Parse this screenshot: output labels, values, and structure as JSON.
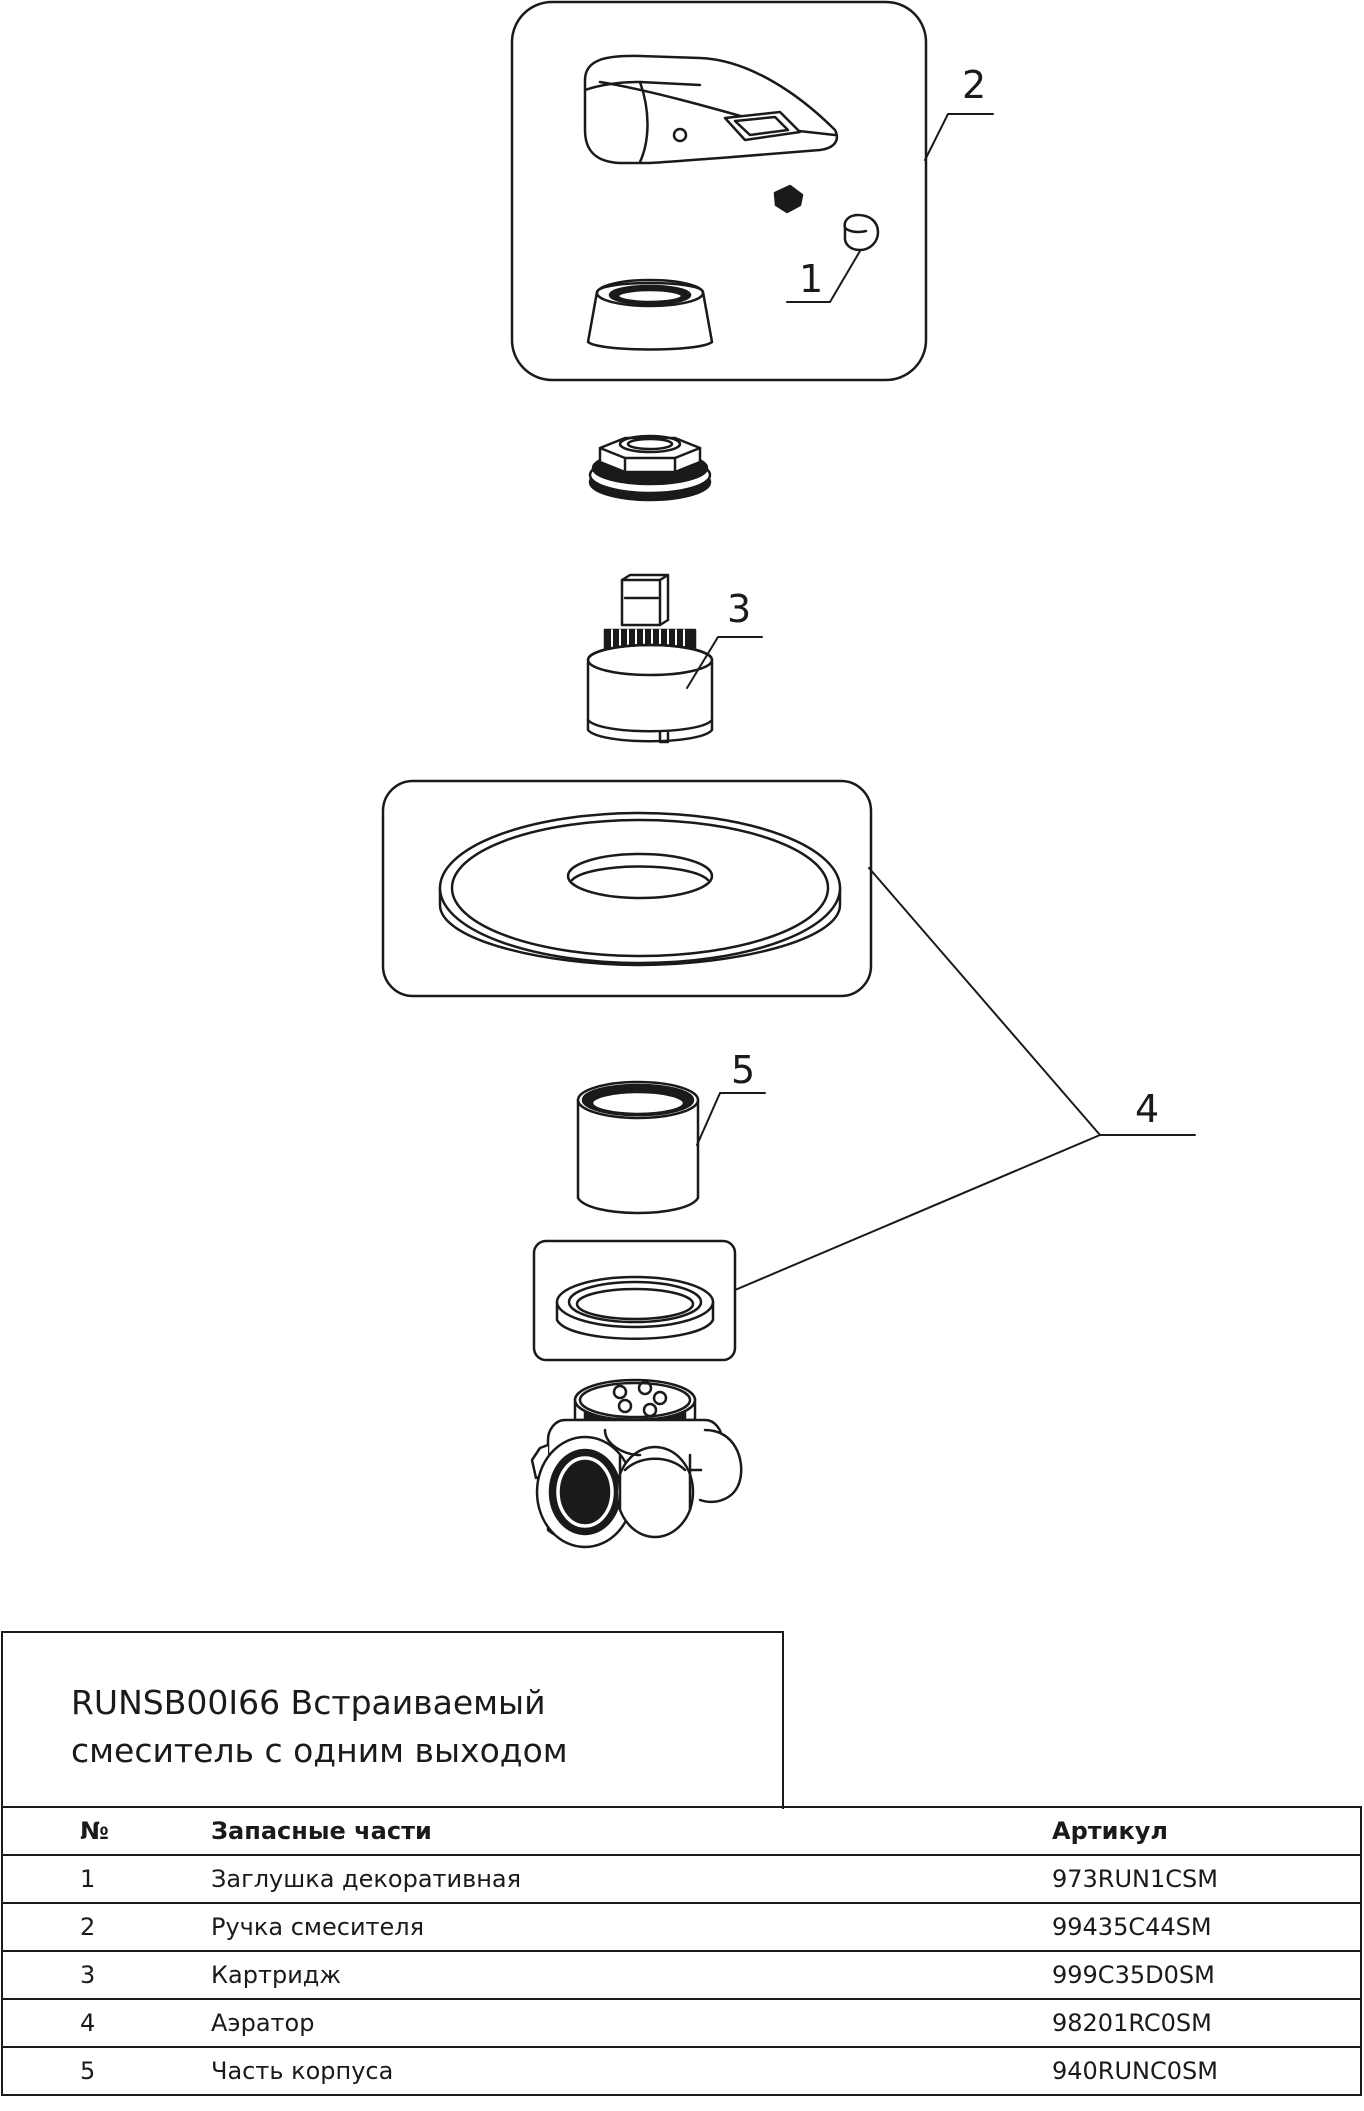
{
  "callouts": {
    "c1": "1",
    "c2": "2",
    "c3": "3",
    "c4": "4",
    "c5": "5"
  },
  "title": {
    "line1": "RUNSB00I66 Встраиваемый",
    "line2": "смеситель с одним выходом"
  },
  "table": {
    "headers": {
      "no": "№",
      "name": "Запасные части",
      "article": "Артикул"
    },
    "rows": [
      {
        "no": "1",
        "name": "Заглушка декоративная",
        "article": "973RUN1CSM"
      },
      {
        "no": "2",
        "name": "Ручка смесителя",
        "article": "99435C44SM"
      },
      {
        "no": "3",
        "name": "Картридж",
        "article": "999C35D0SM"
      },
      {
        "no": "4",
        "name": "Аэратор",
        "article": "98201RC0SM"
      },
      {
        "no": "5",
        "name": "Часть корпуса",
        "article": "940RUNC0SM"
      }
    ]
  }
}
